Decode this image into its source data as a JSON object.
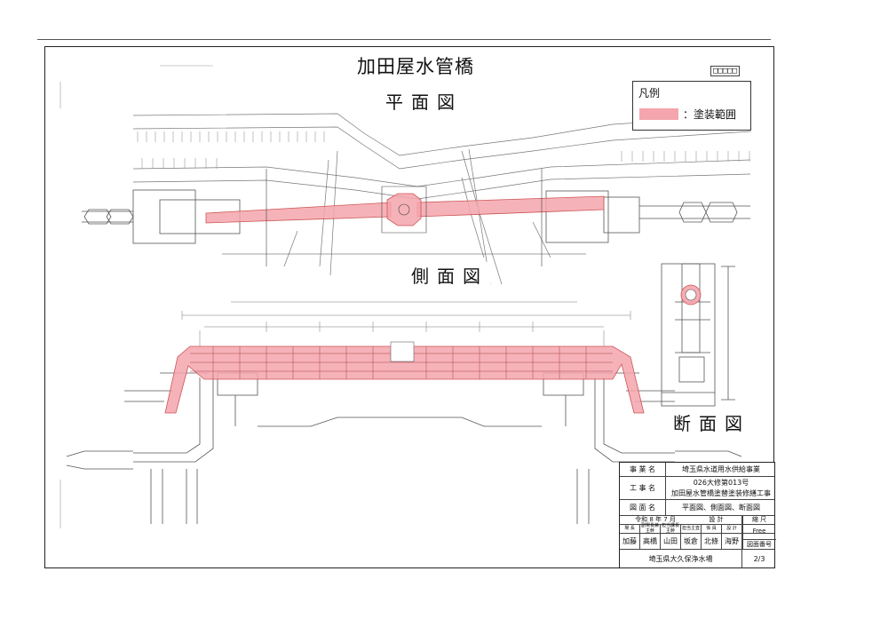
{
  "title": "加田屋水管橋",
  "views": {
    "plan": "平面図",
    "side": "側面図",
    "section": "断面図"
  },
  "legend": {
    "heading": "凡例",
    "item": "：塗装範囲",
    "color": "#f4a5ad"
  },
  "stamp": "□□□□□",
  "title_block": {
    "project_label": "事 業 名",
    "project_value": "埼玉県水道用水供給事業",
    "work_label": "工 事 名",
    "work_value_1": "026大修第013号",
    "work_value_2": "加田屋水管橋塗替塗装修繕工事",
    "drawing_label": "図 面 名",
    "drawing_value": "平面図、側面図、断面図",
    "date": "令和 8 年 7 月",
    "design": "設 計",
    "scale_label": "縮 尺",
    "scale_value": "Free",
    "roles": [
      "場 長",
      "副場長兼\n主幹",
      "担当課長\n主幹",
      "担当主査",
      "係 員",
      "設 計"
    ],
    "names": [
      "加藤",
      "高橋",
      "山田",
      "坂倉",
      "北條",
      "海野"
    ],
    "drawing_no_label": "図面番号",
    "office": "埼玉県大久保浄水場",
    "sheet_no": "2/3"
  }
}
